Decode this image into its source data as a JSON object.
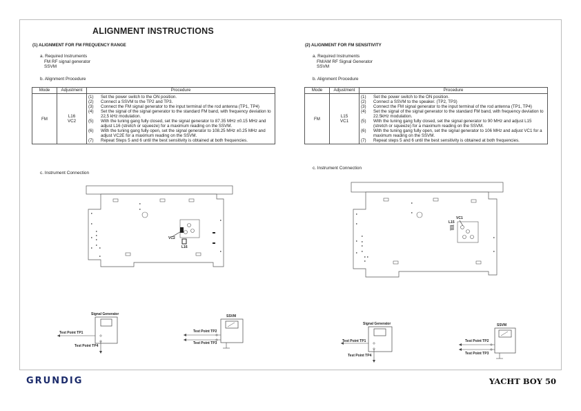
{
  "title": "ALIGNMENT INSTRUCTIONS",
  "left": {
    "heading": "(1) ALIGNMENT FOR FM FREQUENCY RANGE",
    "instruments_label": "a. Required Instruments",
    "instruments": [
      "FM RF signal generator",
      "SSVM"
    ],
    "procedure_label": "b. Alignment Procedure",
    "table_headers": [
      "Mode",
      "Adjustment",
      "Procedure"
    ],
    "mode": "FM",
    "adjustment": [
      "L16",
      "VC2"
    ],
    "steps": [
      {
        "n": "(1)",
        "t": "Set the power switch to the ON position."
      },
      {
        "n": "(2)",
        "t": "Connect a SSVM to the TP2 and TP3."
      },
      {
        "n": "(3)",
        "t": "Connect the FM signal generator to the input terminal of the rod antenna (TP1, TP4)"
      },
      {
        "n": "(4)",
        "t": "Set the signal of the signal generator to the standard FM band, with frequency deviation to 22,5 kHz modulation."
      },
      {
        "n": "(5)",
        "t": "With the tuning gang fully closed, set the signal generator to 87.35 MHz ±0.15 MHz and adjust L16 (stretch or squeeze) for a maximum reading on the SSVM."
      },
      {
        "n": "(6)",
        "t": "With the tuning gang fully open, set the signal generator to 108.25 MHz ±0.25 MHz and adjust VC2E for a maximum reading on the SSVM."
      },
      {
        "n": "(7)",
        "t": "Repeat Steps 5 and 6 until the best sensitivity is obtained at both frequencies."
      }
    ],
    "connection_label": "c. Instrument Connection",
    "board_labels": {
      "vc": "VC2",
      "coil": "L16"
    },
    "sg_label": "Signal Generator",
    "ssvm_label": "SSVM",
    "tp1": "Test Point TP1",
    "tp4": "Test Point TP4",
    "tp2": "Test Point TP2",
    "tp3": "Test Point TP3"
  },
  "right": {
    "heading": "(2) ALIGNMENT FOR FM SENSITIVITY",
    "instruments_label": "a. Required Instruments",
    "instruments": [
      "FM/AM RF Signal Generator",
      "SSVM"
    ],
    "procedure_label": "b. Alignment Procedure",
    "table_headers": [
      "Mode",
      "Adjustment",
      "Procedure"
    ],
    "mode": "FM",
    "adjustment": [
      "L15",
      "VC1"
    ],
    "steps": [
      {
        "n": "(1)",
        "t": "Set the power switch to the ON position."
      },
      {
        "n": "(2)",
        "t": "Connect a SSVM to the speaker. (TP2, TP3)"
      },
      {
        "n": "(3)",
        "t": "Connect the FM signal generator to the input terminal of the rod antenna (TP1, TP4)"
      },
      {
        "n": "(4)",
        "t": "Set the signal of the signal generator to the standard FM band, with frequency deviation to 22.5kHz modulation."
      },
      {
        "n": "(5)",
        "t": "With the tuning gang fully closed, set the signal generator to 90 MHz and adjust L15 (stretch or squeeze) for a maximum reading on the SSVM."
      },
      {
        "n": "(6)",
        "t": "With the tuning gang fully open, set the signal generator to 106 MHz and adjust VC1 for a maximum reading on the SSVM."
      },
      {
        "n": "(7)",
        "t": "Repeat steps 5 and 6 until the best sensitivity is obtained at both frequencies."
      }
    ],
    "connection_label": "c. Instrument Connection",
    "board_labels": {
      "vc": "VC1",
      "coil": "L15"
    },
    "sg_label": "Signal Generator",
    "ssvm_label": "SSVM",
    "tp1": "Test Point TP1",
    "tp4": "Test Point TP4",
    "tp2": "Test Point TP2",
    "tp3": "Test Point TP3"
  },
  "footer": {
    "brand": "GRUNDIG",
    "model": "YACHT BOY 50"
  }
}
